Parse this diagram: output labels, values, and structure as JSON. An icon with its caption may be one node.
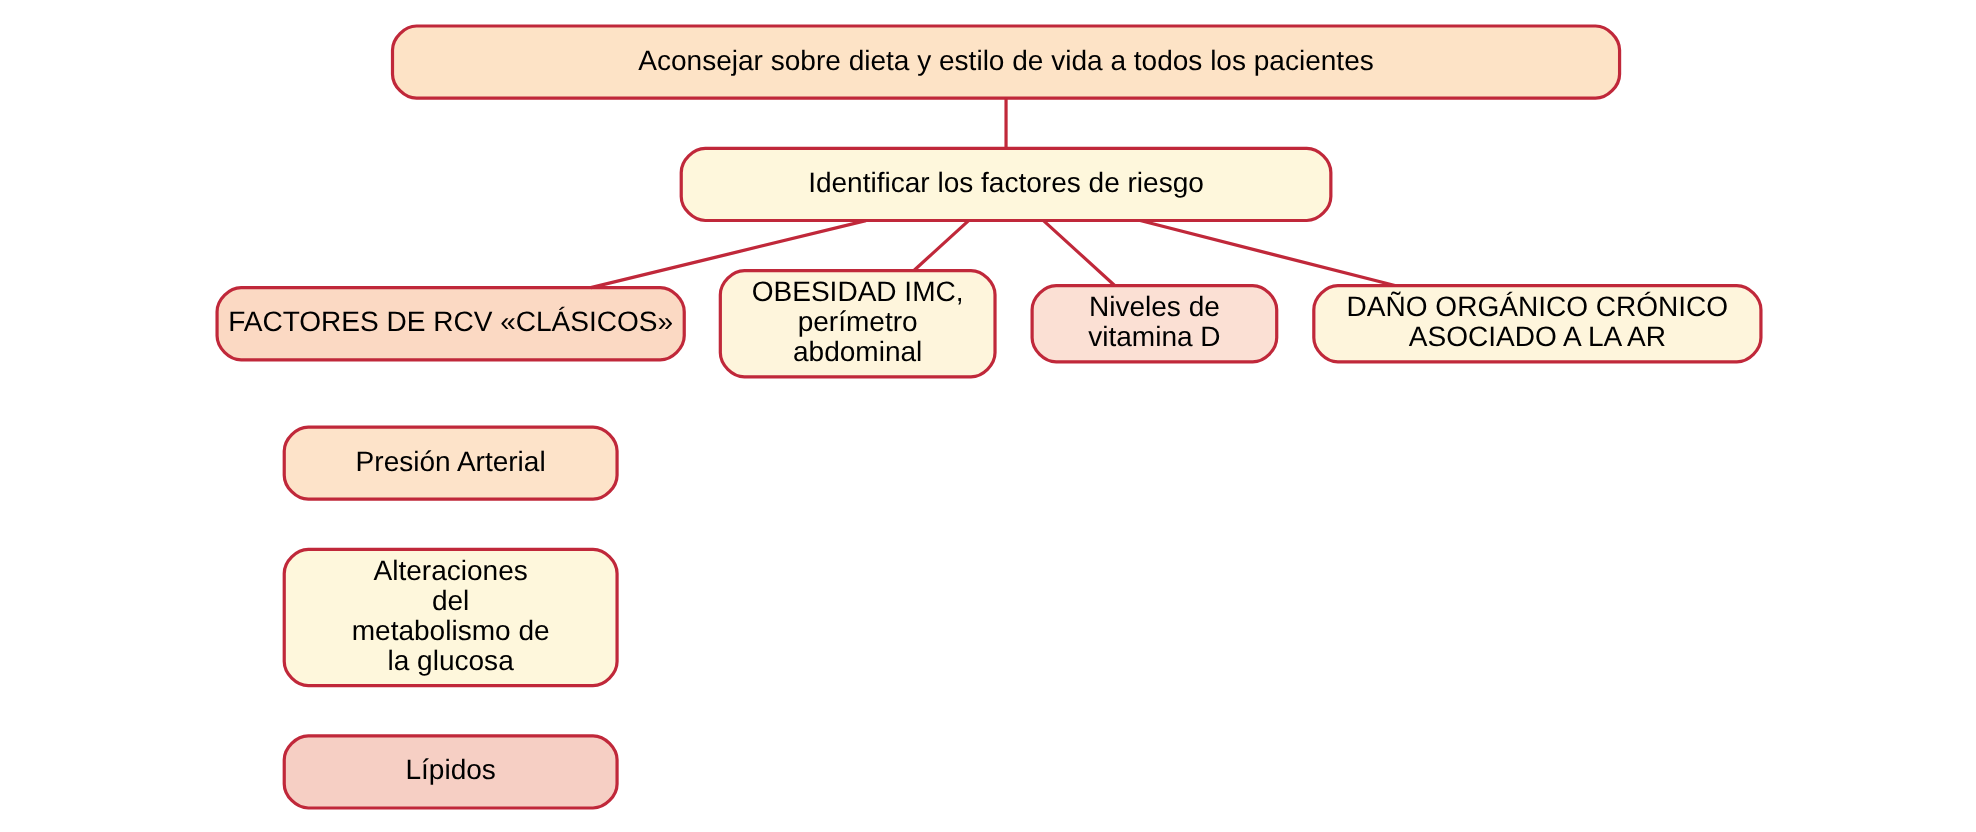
{
  "diagram": {
    "nodes": [
      {
        "text": [
          "Aconsejar sobre dieta y estilo de vida a todos los pacientes"
        ]
      },
      {
        "text": [
          "Identificar los factores de riesgo"
        ]
      },
      {
        "text": [
          "FACTORES DE RCV «CLÁSICOS»"
        ]
      },
      {
        "text": [
          "OBESIDAD IMC, perímetro abdominal"
        ]
      },
      {
        "text": [
          "Niveles de vitamina D"
        ]
      },
      {
        "text": [
          "DAÑO ORGÁNICO CRÓNICO ASOCIADO A LA AR"
        ]
      },
      {
        "text": [
          "Presión Arterial"
        ]
      },
      {
        "text": [
          "Alteraciones del metabolismo de la glucosa"
        ]
      },
      {
        "text": [
          "Lípidos"
        ]
      }
    ],
    "edges": [
      {
        "from": 0,
        "to": 1,
        "arrow": "none"
      },
      {
        "from": 1,
        "to": 2,
        "arrow": "none"
      },
      {
        "from": 1,
        "to": 3,
        "arrow": "none"
      },
      {
        "from": 1,
        "to": 4,
        "arrow": "none"
      },
      {
        "from": 1,
        "to": 5,
        "arrow": "none"
      }
    ]
  }
}
